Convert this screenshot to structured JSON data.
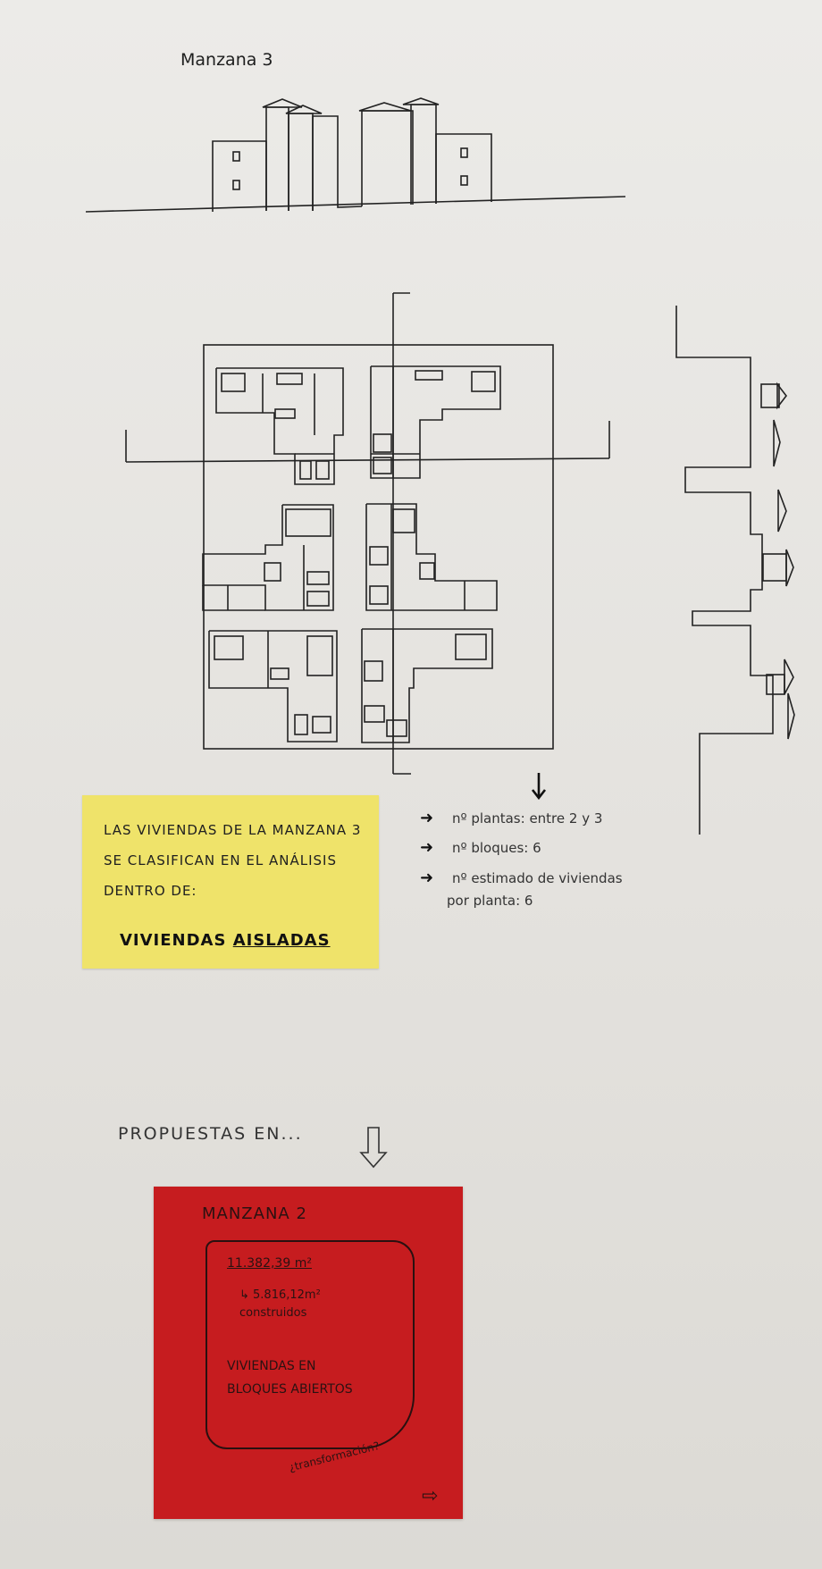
{
  "title": "Manzana 3",
  "yellow_note": {
    "text": "LAS VIVIENDAS DE LA MANZANA 3 SE CLASIFICAN EN EL ANÁLISIS DENTRO DE:",
    "emphasis_prefix": "VIVIENDAS ",
    "emphasis_underlined": "AISLADAS",
    "color": "#efe36a"
  },
  "facts": [
    "nº plantas: entre 2 y 3",
    "nº bloques: 6",
    "nº estimado de viviendas",
    "por planta: 6"
  ],
  "propuestas_label": "PROPUESTAS EN...",
  "red_note": {
    "title": "MANZANA 2",
    "area": "11.382,39 m²",
    "built_value": "↳ 5.816,12m²",
    "built_label": "construidos",
    "classification_line1": "VIVIENDAS EN",
    "classification_line2": "BLOQUES ABIERTOS",
    "question": "¿transformación?",
    "next_arrow": "⇨",
    "color": "#c61c1f"
  },
  "icons": {
    "fact_arrow": "➜",
    "down_arrow": "↓",
    "outline_down_arrow": "⇩"
  }
}
